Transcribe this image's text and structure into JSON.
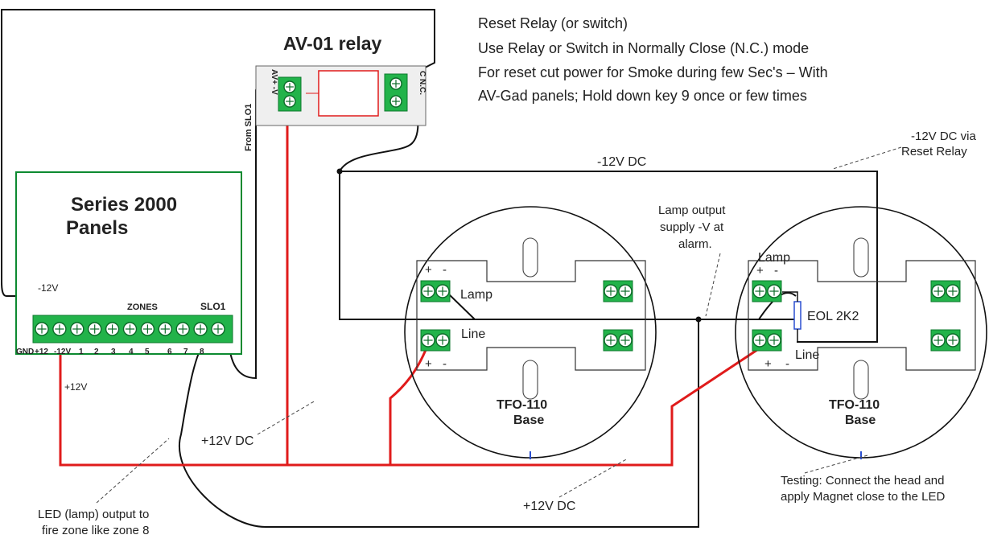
{
  "relay": {
    "title": "AV-01 relay",
    "pin_av": "AV+ -V",
    "pin_cnc": "C N.C.",
    "from_label": "From SLO1"
  },
  "notes": {
    "reset_lines": [
      "Reset Relay (or switch)",
      "Use Relay or Switch in Normally Close (N.C.) mode",
      "For reset cut power for Smoke during few Sec's – With",
      "AV-Gad panels; Hold down key 9 once or few times"
    ],
    "via_reset": [
      "-12V DC via",
      "Reset Relay"
    ],
    "lamp_output": [
      "Lamp output",
      "supply -V at",
      "alarm."
    ],
    "testing": [
      "Testing: Connect the head and",
      "apply Magnet close to the LED"
    ],
    "led_output": [
      "LED (lamp) output to",
      "fire zone like zone 8"
    ]
  },
  "panel": {
    "title_line1": "Series 2000",
    "title_line2": "Panels",
    "zones_label": "ZONES",
    "slo_label": "SLO1",
    "terminals": [
      "GND",
      "+12",
      "-12V",
      "1",
      "2",
      "3",
      "4",
      "5",
      "6",
      "7",
      "8"
    ]
  },
  "wires": {
    "minus12v_dc": "-12V DC",
    "minus12v_small": "-12V",
    "plus12v_small": "+12V",
    "plus12v_dc_left": "+12V DC",
    "plus12v_dc_bottom": "+12V DC"
  },
  "base1": {
    "lamp": "Lamp",
    "line": "Line",
    "plus": "+",
    "minus": "-",
    "title_line1": "TFO-110",
    "title_line2": "Base"
  },
  "base2": {
    "lamp": "Lamp",
    "line": "Line",
    "plus": "+",
    "minus": "-",
    "eol": "EOL 2K2",
    "title_line1": "TFO-110",
    "title_line2": "Base"
  }
}
